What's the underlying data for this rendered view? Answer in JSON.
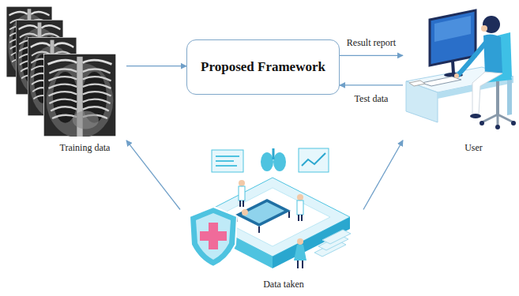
{
  "diagram": {
    "nodes": [
      {
        "text": [
          "Training data"
        ]
      },
      {
        "text": [
          "Proposed Framework"
        ]
      },
      {
        "text": [
          "User"
        ]
      },
      {
        "text": [
          "Data taken"
        ]
      }
    ],
    "edges": [
      {
        "from": 0,
        "to": 1,
        "arrow": "to"
      },
      {
        "from": 1,
        "to": 2,
        "arrow": "to",
        "label": "Result report"
      },
      {
        "from": 2,
        "to": 1,
        "arrow": "to",
        "label": "Test data"
      },
      {
        "from": 3,
        "to": 0,
        "arrow": "to"
      },
      {
        "from": 3,
        "to": 2,
        "arrow": "to"
      }
    ]
  }
}
